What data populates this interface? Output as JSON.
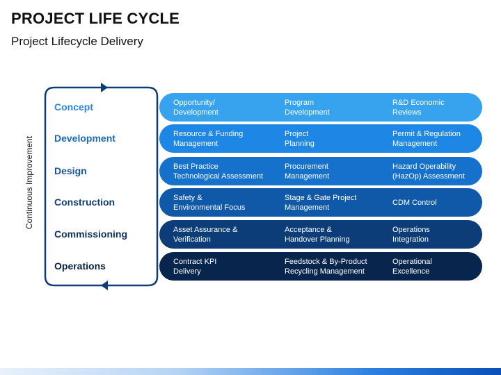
{
  "title": "PROJECT LIFE CYCLE",
  "subtitle": "Project Lifecycle Delivery",
  "side_label": "Continuous Improvement",
  "colors": {
    "stage_text": [
      "#2f86d8",
      "#1f69b8",
      "#1a559a",
      "#123f77",
      "#0f2f5c",
      "#0b1f3f"
    ],
    "bars": [
      "#37a3ef",
      "#1e86e4",
      "#1571cc",
      "#1058a8",
      "#0c3d78",
      "#08264d"
    ],
    "loop": "#0c3d78"
  },
  "stages": [
    {
      "name": "Concept",
      "cells": [
        [
          "Opportunity/",
          "Development"
        ],
        [
          "Program",
          "Development"
        ],
        [
          "R&D Economic",
          "Reviews"
        ]
      ]
    },
    {
      "name": "Development",
      "cells": [
        [
          "Resource & Funding",
          "Management"
        ],
        [
          "Project",
          "Planning"
        ],
        [
          "Permit & Regulation",
          "Management"
        ]
      ]
    },
    {
      "name": "Design",
      "cells": [
        [
          "Best Practice",
          "Technological Assessment"
        ],
        [
          "Procurement",
          "Management"
        ],
        [
          "Hazard Operability",
          "(HazOp) Assessment"
        ]
      ]
    },
    {
      "name": "Construction",
      "cells": [
        [
          "Safety &",
          "Environmental Focus"
        ],
        [
          "Stage & Gate Project",
          "Management"
        ],
        [
          "CDM Control"
        ]
      ]
    },
    {
      "name": "Commissioning",
      "cells": [
        [
          "Asset Assurance &",
          "Verification"
        ],
        [
          "Acceptance &",
          "Handover Planning"
        ],
        [
          "Operations",
          "Integration"
        ]
      ]
    },
    {
      "name": "Operations",
      "cells": [
        [
          "Contract KPI",
          "Delivery"
        ],
        [
          "Feedstock & By-Product",
          "Recycling Management"
        ],
        [
          "Operational",
          "Excellence"
        ]
      ]
    }
  ]
}
